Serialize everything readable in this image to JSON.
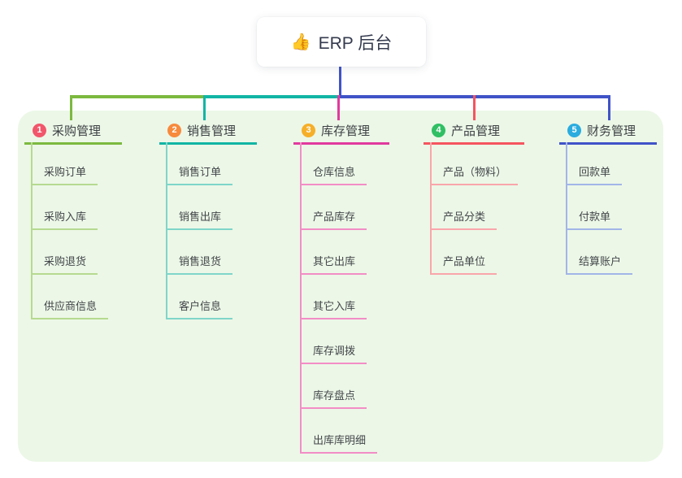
{
  "root": {
    "icon": "👍",
    "title": "ERP 后台"
  },
  "colors": {
    "page_bg": "#ffffff",
    "panel_bg": "#ecf7e7",
    "card_bg": "#ffffff",
    "root_title": "#353b4f",
    "root_line": "#4053c8",
    "text": "#3d4145"
  },
  "branches": [
    {
      "number": "1",
      "title": "采购管理",
      "badge_color": "#f2566b",
      "line_color": "#7cb93f",
      "child_line_color": "#b6da90",
      "children": [
        "采购订单",
        "采购入库",
        "采购退货",
        "供应商信息"
      ]
    },
    {
      "number": "2",
      "title": "销售管理",
      "badge_color": "#f78a3d",
      "line_color": "#12b5a5",
      "child_line_color": "#7fd6c9",
      "children": [
        "销售订单",
        "销售出库",
        "销售退货",
        "客户信息"
      ]
    },
    {
      "number": "3",
      "title": "库存管理",
      "badge_color": "#f6af29",
      "line_color": "#e13a9e",
      "child_line_color": "#f28dc6",
      "children": [
        "仓库信息",
        "产品库存",
        "其它出库",
        "其它入库",
        "库存调拨",
        "库存盘点",
        "出库库明细"
      ]
    },
    {
      "number": "4",
      "title": "产品管理",
      "badge_color": "#30bf63",
      "line_color": "#f4555f",
      "child_line_color": "#f9a6aa",
      "children": [
        "产品（物料）",
        "产品分类",
        "产品单位"
      ]
    },
    {
      "number": "5",
      "title": "财务管理",
      "badge_color": "#2aacdf",
      "line_color": "#4053c8",
      "child_line_color": "#a2b5e8",
      "children": [
        "回款单",
        "付款单",
        "结算账户"
      ]
    }
  ]
}
